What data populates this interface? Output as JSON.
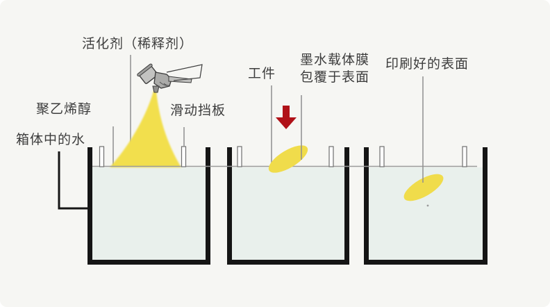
{
  "labels": {
    "activator": "活化剂（稀释剂）",
    "pva": "聚乙烯醇",
    "tank_water": "箱体中的水",
    "sliding_baffle": "滑动挡板",
    "workpiece": "工件",
    "film_line1": "墨水载体膜",
    "film_line2": "包覆于表面",
    "printed_surface": "印刷好的表面"
  },
  "icons": {
    "spray_gun": "spray-gun-icon",
    "down_arrow": "down-arrow-icon"
  },
  "colors": {
    "background": "#f6f6f3",
    "water": "#e9f0ec",
    "tank_wall": "#151515",
    "spray_yellow": "#f2df4e",
    "workpiece_yellow": "#f0dc4b",
    "arrow_red": "#b01118",
    "leader_grey": "#8f8f8f",
    "text": "#3d3d3d"
  }
}
